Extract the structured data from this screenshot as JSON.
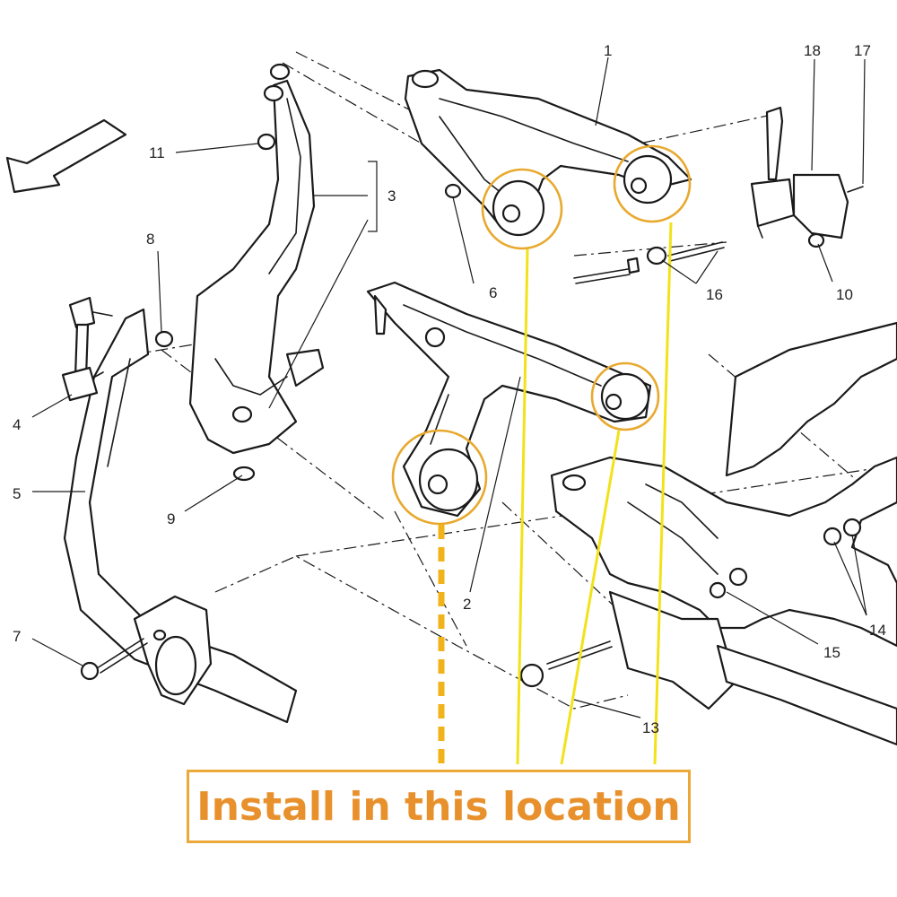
{
  "diagram": {
    "callouts": [
      {
        "id": "c1",
        "text": "1"
      },
      {
        "id": "c2",
        "text": "2"
      },
      {
        "id": "c3",
        "text": "3"
      },
      {
        "id": "c4",
        "text": "4"
      },
      {
        "id": "c5",
        "text": "5"
      },
      {
        "id": "c6",
        "text": "6"
      },
      {
        "id": "c7",
        "text": "7"
      },
      {
        "id": "c8",
        "text": "8"
      },
      {
        "id": "c9",
        "text": "9"
      },
      {
        "id": "c10",
        "text": "10"
      },
      {
        "id": "c11",
        "text": "11"
      },
      {
        "id": "c13",
        "text": "13"
      },
      {
        "id": "c14",
        "text": "14"
      },
      {
        "id": "c15",
        "text": "15"
      },
      {
        "id": "c16",
        "text": "16"
      },
      {
        "id": "c17",
        "text": "17"
      },
      {
        "id": "c18",
        "text": "18"
      }
    ],
    "install_label": "Install in this location",
    "colors": {
      "highlight_ring": "#e8a92e",
      "pointer_line": "#f2e21a",
      "label_text": "#e8912c",
      "label_border": "#eba93a"
    }
  }
}
